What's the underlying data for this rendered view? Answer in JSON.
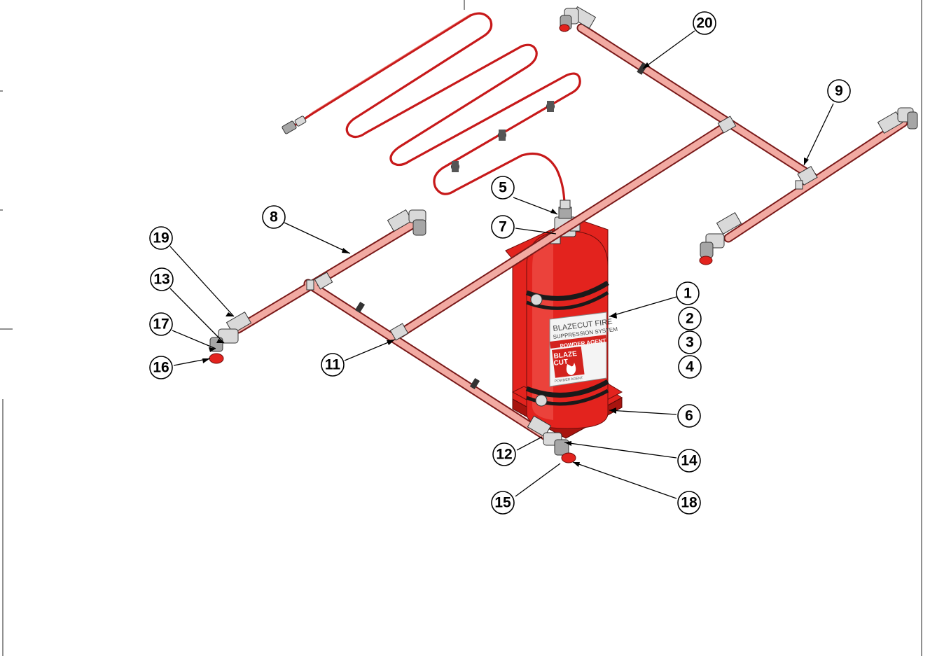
{
  "balloons": [
    {
      "label": "1"
    },
    {
      "label": "2"
    },
    {
      "label": "3"
    },
    {
      "label": "4"
    },
    {
      "label": "5"
    },
    {
      "label": "6"
    },
    {
      "label": "7"
    },
    {
      "label": "8"
    },
    {
      "label": "9"
    },
    {
      "label": "11"
    },
    {
      "label": "12"
    },
    {
      "label": "13"
    },
    {
      "label": "14"
    },
    {
      "label": "15"
    },
    {
      "label": "16"
    },
    {
      "label": "17"
    },
    {
      "label": "18"
    },
    {
      "label": "19"
    },
    {
      "label": "20"
    }
  ],
  "cylinder_label": {
    "brand": "BLAZECUT FIRE",
    "line2": "SUPPRESSION SYSTEM",
    "band": "POWDER AGENT",
    "logo_top": "BLAZE",
    "logo_bottom": "CUT",
    "footer": "POWDER AGENT"
  },
  "colors": {
    "pipe": "#f2aaa2",
    "cylinder": "#e3231e",
    "hose": "#c7191a"
  }
}
